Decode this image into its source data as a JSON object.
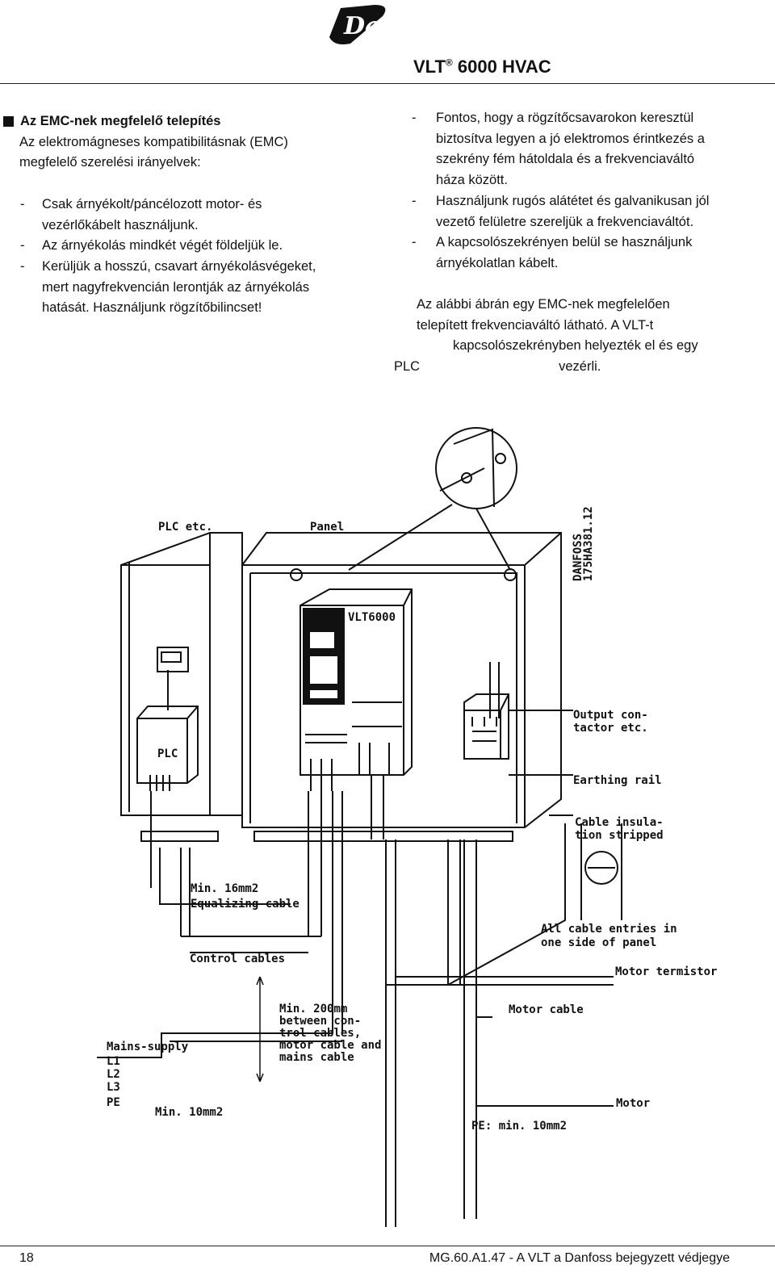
{
  "header": {
    "brand": "Danfoss",
    "product": "VLT",
    "product_suffix": "6000 HVAC",
    "registered_mark": "®"
  },
  "left": {
    "section_title": "Az EMC-nek megfelelő telepítés",
    "intro": [
      "Az elektromágneses kompatibilitásnak (EMC)",
      "megfelelő szerelési irányelvek:"
    ],
    "bullets": [
      {
        "dash": "-",
        "lines": [
          "Csak árnyékolt/páncélozott motor- és",
          "vezérlőkábelt használjunk."
        ]
      },
      {
        "dash": "-",
        "lines": [
          "Az árnyékolás mindkét végét földeljük le."
        ]
      },
      {
        "dash": "-",
        "lines": [
          "Kerüljük a hosszú, csavart árnyékolásvégeket,",
          "mert nagyfrekvencián lerontják az árnyékolás",
          "hatását. Használjunk rögzítőbilincset!"
        ]
      }
    ]
  },
  "right": {
    "bullets": [
      {
        "dash": "-",
        "lines": [
          "Fontos, hogy a rögzítőcsavarokon keresztül",
          "biztosítva legyen a jó elektromos érintkezés a",
          "szekrény fém hátoldala és a frekvenciaváltó",
          "háza között."
        ]
      },
      {
        "dash": "-",
        "lines": [
          "Használjunk rugós alátétet és galvanikusan jól",
          "vezető felületre szereljük a frekvenciaváltót."
        ]
      },
      {
        "dash": "-",
        "lines": [
          "A kapcsolószekrényen belül se használjunk",
          "árnyékolatlan kábelt."
        ]
      }
    ],
    "caption": [
      "Az alábbi ábrán egy EMC-nek megfelelően",
      "telepített frekvenciaváltó látható. A VLT-t",
      "kapcsolószekrényben helyezték el és egy"
    ],
    "caption_last_a": "PLC",
    "caption_last_b": "vezérli."
  },
  "diagram": {
    "labels": {
      "plc_etc": "PLC etc.",
      "panel": "Panel",
      "vlt": "VLT6000",
      "plc": "PLC",
      "output_1": "Output con-",
      "output_2": "tactor etc.",
      "earthing": "Earthing rail",
      "insul_1": "Cable insula-",
      "insul_2": "tion stripped",
      "min16": "Min. 16mm2",
      "equalizing": "Equalizing cable",
      "entries_1": "All cable entries in",
      "entries_2": "one side of panel",
      "control": "Control cables",
      "termistor": "Motor termistor",
      "min200_1": "Min. 200mm",
      "min200_2": "between con-",
      "min200_3": "trol cables,",
      "min200_4": "motor cable and",
      "min200_5": "mains cable",
      "motor_cable": "Motor cable",
      "mains": "Mains-supply",
      "l1": "L1",
      "l2": "L2",
      "l3": "L3",
      "pe": "PE",
      "min10": "Min. 10mm2",
      "motor": "Motor",
      "pe_min": "PE: min. 10mm2",
      "code_1": "DANFOSS",
      "code_2": "175HA381.12"
    }
  },
  "footer": {
    "page_number": "18",
    "doc_text": "MG.60.A1.47 - A VLT  a Danfoss bejegyzett védjegye"
  }
}
